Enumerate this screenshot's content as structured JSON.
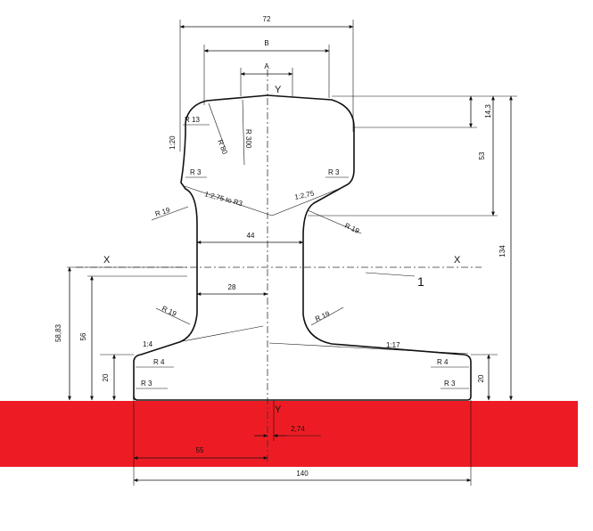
{
  "colors": {
    "band": "#ed1c24",
    "line": "#111111"
  },
  "dimensions": {
    "top_width": "72",
    "b": "B",
    "a": "A",
    "height_14_3": "14,3",
    "height_53": "53",
    "height_134": "134",
    "web_44": "44",
    "web_28": "28",
    "neutral_58_83": "58,83",
    "neutral_56": "56",
    "foot_20_left": "20",
    "foot_20_right": "20",
    "half_base_55": "55",
    "offset_2_74": "2,74",
    "base_140": "140"
  },
  "radii": {
    "r13": "R 13",
    "r80": "R 80",
    "r300": "R 300",
    "r3_head_left": "R 3",
    "r3_head_right": "R 3",
    "r19_upper_left": "R 19",
    "r19_upper_right": "R 19",
    "r19_lower_left": "R 19",
    "r19_lower_right": "R 19",
    "r4_left": "R 4",
    "r4_right": "R 4",
    "r3_foot_left": "R 3",
    "r3_foot_right": "R 3"
  },
  "slopes": {
    "s1_20": "1:20",
    "s_left_underhead": "1:2,75 to R3",
    "s_right_underhead": "1:2,75",
    "s1_4": "1:4",
    "s1_17": "1:17"
  },
  "axes": {
    "y_top": "Y",
    "y_bottom": "Y",
    "x_left": "X",
    "x_right": "X",
    "marker": "1"
  }
}
